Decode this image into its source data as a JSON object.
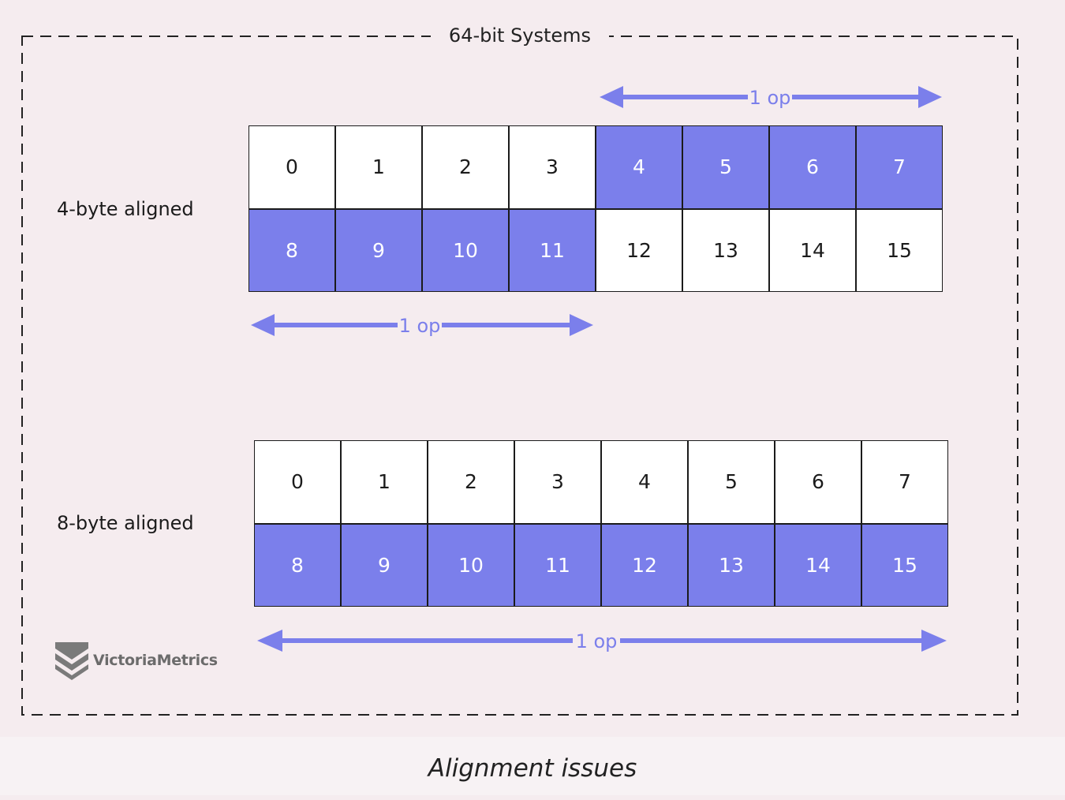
{
  "frame": {
    "title": "64-bit Systems"
  },
  "sections": [
    {
      "label": "4-byte aligned",
      "cells": [
        "0",
        "1",
        "2",
        "3",
        "4",
        "5",
        "6",
        "7",
        "8",
        "9",
        "10",
        "11",
        "12",
        "13",
        "14",
        "15"
      ],
      "highlighted": [
        4,
        5,
        6,
        7,
        8,
        9,
        10,
        11
      ],
      "ops": [
        "1 op",
        "1 op"
      ]
    },
    {
      "label": "8-byte aligned",
      "cells": [
        "0",
        "1",
        "2",
        "3",
        "4",
        "5",
        "6",
        "7",
        "8",
        "9",
        "10",
        "11",
        "12",
        "13",
        "14",
        "15"
      ],
      "highlighted": [
        8,
        9,
        10,
        11,
        12,
        13,
        14,
        15
      ],
      "ops": [
        "1 op"
      ]
    }
  ],
  "logo": {
    "text": "VictoriaMetrics",
    "icon": "victoriametrics-logo-icon"
  },
  "caption": "Alignment issues",
  "colors": {
    "highlight": "#7b7feb",
    "border": "#1b1b1b",
    "background": "#f5ecef"
  }
}
